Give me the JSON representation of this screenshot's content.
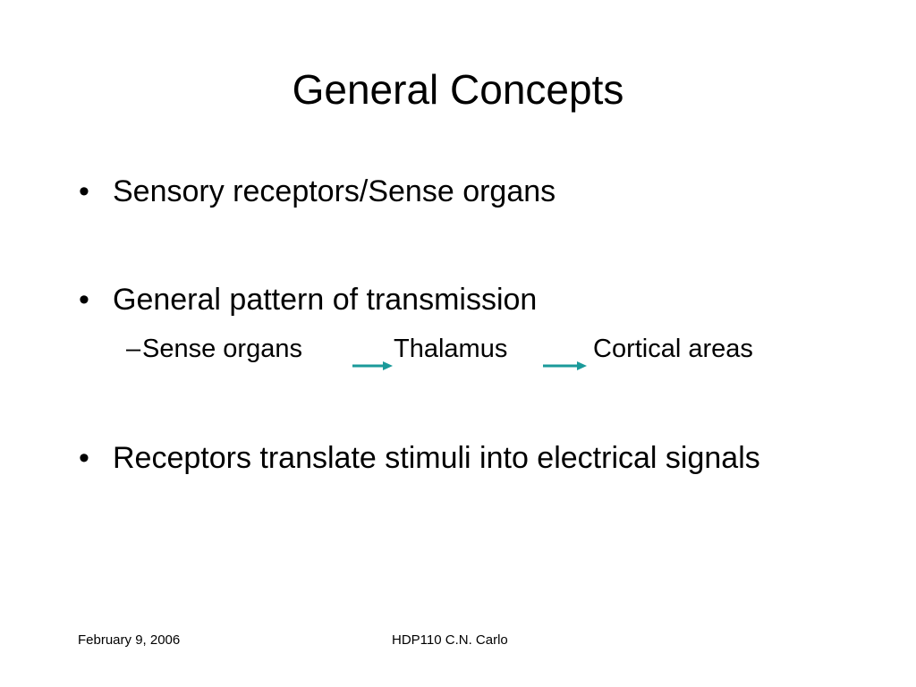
{
  "slide": {
    "title": "General Concepts",
    "bullets": [
      {
        "marker": "•",
        "text": "Sensory receptors/Sense organs"
      },
      {
        "marker": "•",
        "text": "General pattern of transmission"
      },
      {
        "marker": "•",
        "text": "Receptors translate stimuli into electrical signals"
      }
    ],
    "sub_bullet": {
      "prefix": "–",
      "steps": [
        "Sense organs",
        "Thalamus",
        "Cortical areas"
      ]
    },
    "arrow_color": "#1a9a9a",
    "footer": {
      "date": "February 9, 2006",
      "center": "HDP110 C.N. Carlo"
    }
  }
}
